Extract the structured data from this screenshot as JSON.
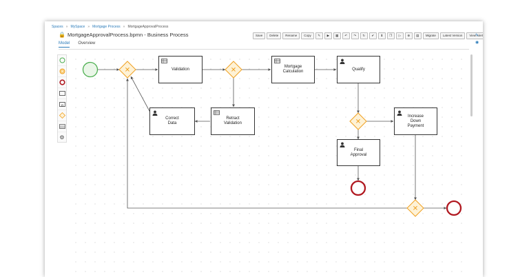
{
  "breadcrumb": [
    "Spaces",
    "MySpace",
    "Mortgage Process",
    "MortgageApprovalProcess"
  ],
  "editor": {
    "title": "MortgageApprovalProcess.bpmn - Business Process"
  },
  "toolbar": {
    "buttons": [
      "Save",
      "Delete",
      "Rename",
      "Copy"
    ],
    "migrate": "Migrate",
    "latest_version": "Latest Version",
    "view_alerts": "View Alerts"
  },
  "tabs": [
    {
      "label": "Model",
      "active": true
    },
    {
      "label": "Overview",
      "active": false
    }
  ],
  "palette": [
    "start-event",
    "intermediate-event",
    "end-event",
    "task",
    "subprocess",
    "gateway",
    "data-object",
    "custom-tasks"
  ],
  "process": {
    "tasks": {
      "validation": "Validation",
      "mortgage_calc": "Mortgage\nCalculation",
      "qualify": "Qualify",
      "correct_data": "Correct\nData",
      "retract_validation": "Retract\nValidation",
      "increase_down": "Increase\nDown\nPayment",
      "final_approval": "Final\nApproval"
    }
  },
  "colors": {
    "start": "#4caf50",
    "start_fill": "#eaf6e8",
    "end": "#b0171f",
    "gateway": "#f0a020",
    "gateway_fill": "#fef2d6",
    "accent": "#2b7bb9"
  }
}
